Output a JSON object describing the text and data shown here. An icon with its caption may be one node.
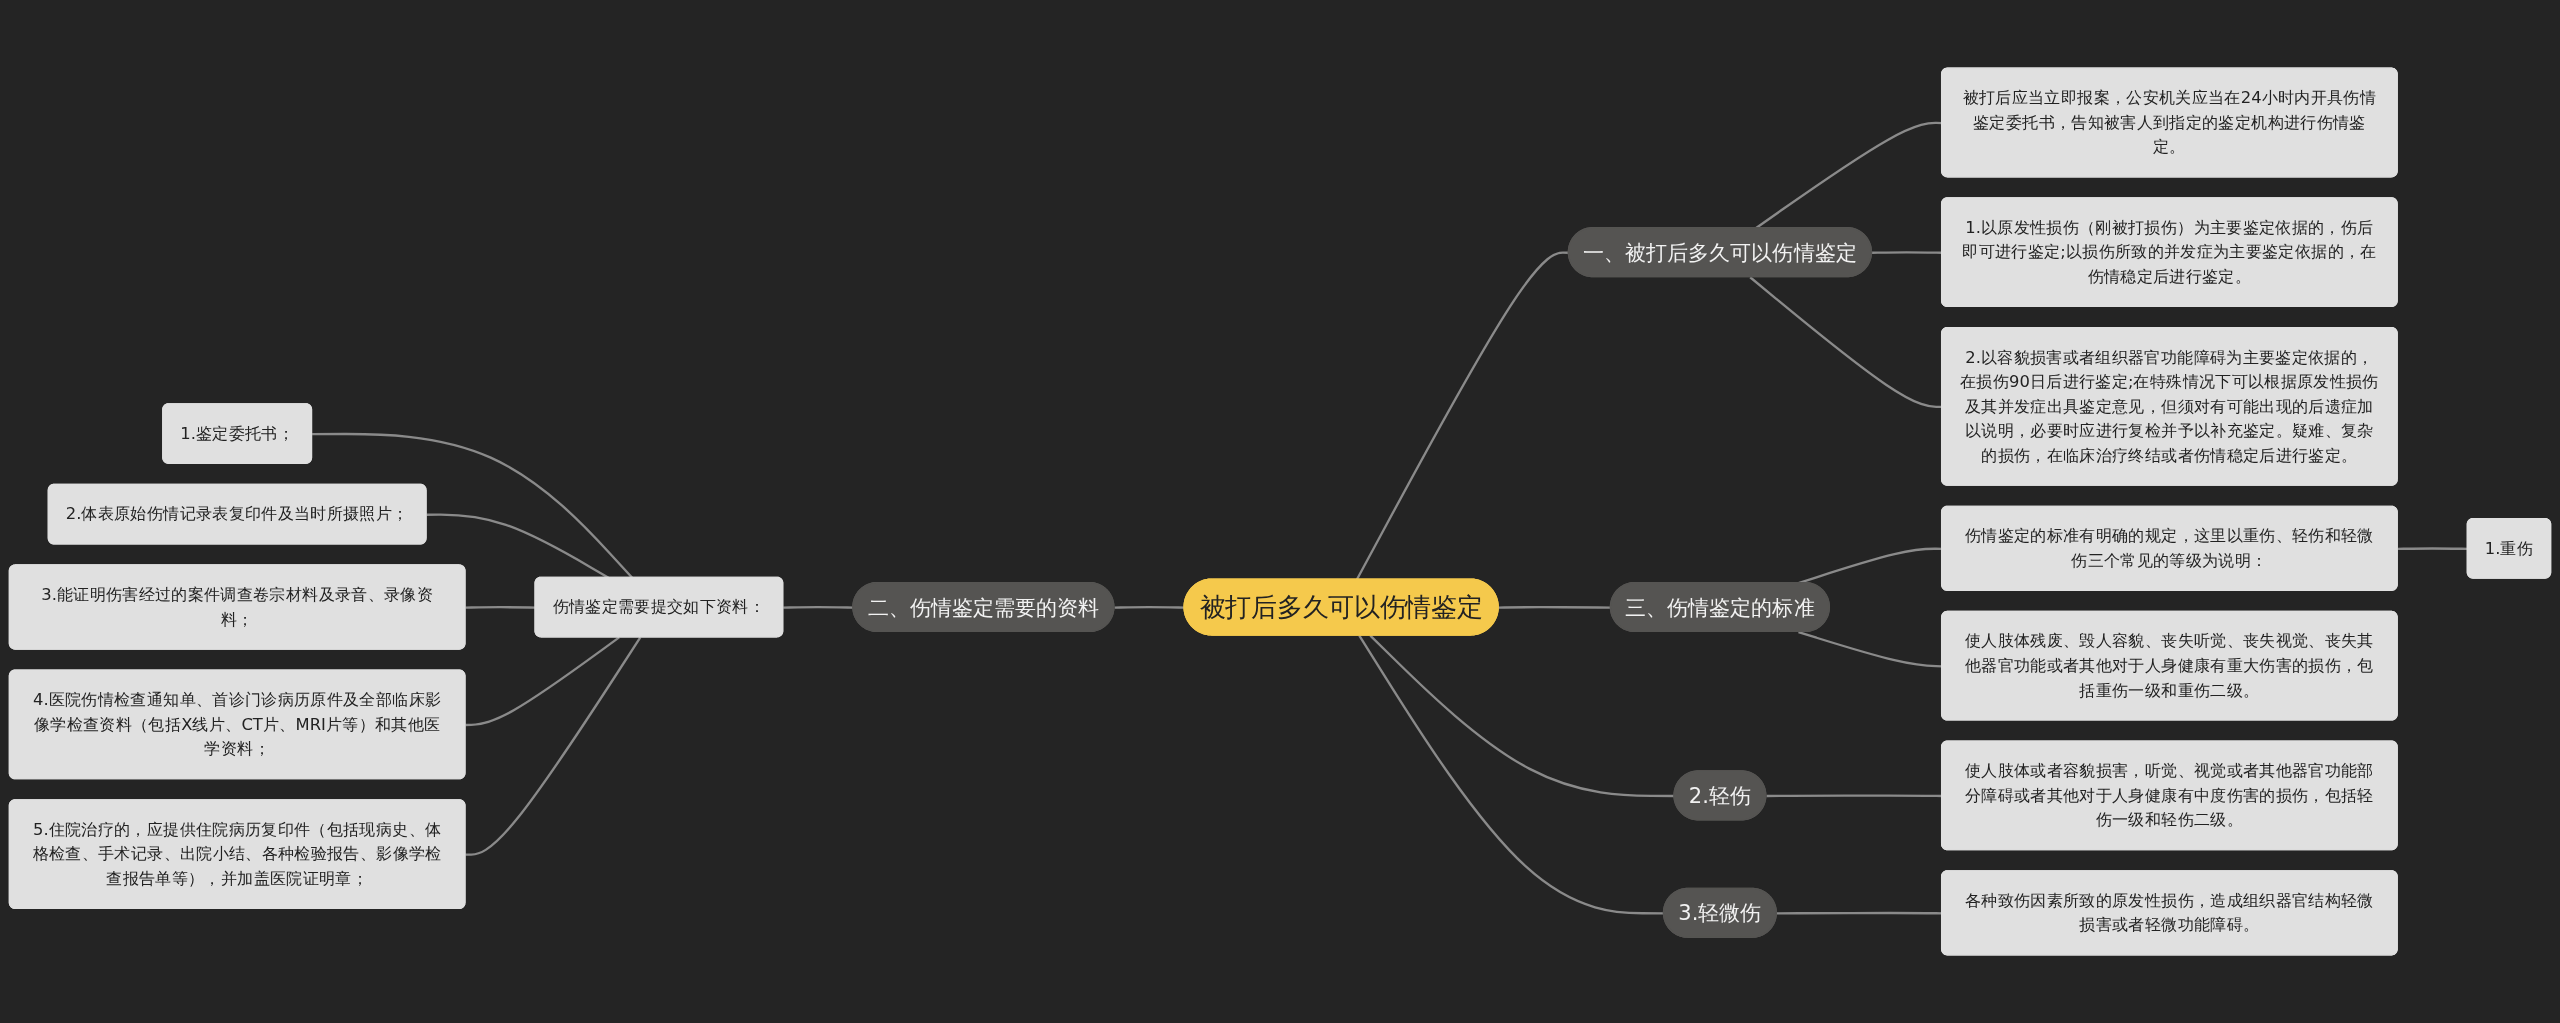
{
  "diagram": {
    "nodes": [
      {
        "text": [
          "被打后多久可以伤情鉴定"
        ]
      },
      {
        "text": [
          "一、被打后多久可以伤情鉴定"
        ]
      },
      {
        "text": [
          "被打后应当立即报案，公安机关应当在24小时内开具伤情鉴定委托书，告知被害人到指定的鉴定机构进行伤情鉴定。"
        ]
      },
      {
        "text": [
          "1.以原发性损伤（刚被打损伤）为主要鉴定依据的，伤后即可进行鉴定;以损伤所致的并发症为主要鉴定依据的，在伤情稳定后进行鉴定。"
        ]
      },
      {
        "text": [
          "2.以容貌损害或者组织器官功能障碍为主要鉴定依据的，在损伤90日后进行鉴定;在特殊情况下可以根据原发性损伤及其并发症出具鉴定意见，但须对有可能出现的后遗症加以说明，必要时应进行复检并予以补充鉴定。疑难、复杂的损伤，在临床治疗终结或者伤情稳定后进行鉴定。"
        ]
      },
      {
        "text": [
          "二、伤情鉴定需要的资料"
        ]
      },
      {
        "text": [
          "伤情鉴定需要提交如下资料："
        ]
      },
      {
        "text": [
          "1.鉴定委托书；"
        ]
      },
      {
        "text": [
          "2.体表原始伤情记录表复印件及当时所摄照片；"
        ]
      },
      {
        "text": [
          "3.能证明伤害经过的案件调查卷宗材料及录音、录像资料；"
        ]
      },
      {
        "text": [
          "4.医院伤情检查通知单、首诊门诊病历原件及全部临床影像学检查资料（包括X线片、CT片、MRI片等）和其他医学资料；"
        ]
      },
      {
        "text": [
          "5.住院治疗的，应提供住院病历复印件（包括现病史、体格检查、手术记录、出院小结、各种检验报告、影像学检查报告单等），并加盖医院证明章；"
        ]
      },
      {
        "text": [
          "三、伤情鉴定的标准"
        ]
      },
      {
        "text": [
          "伤情鉴定的标准有明确的规定，这里以重伤、轻伤和轻微伤三个常见的等级为说明："
        ]
      },
      {
        "text": [
          "1.重伤"
        ]
      },
      {
        "text": [
          "使人肢体残废、毁人容貌、丧失听觉、丧失视觉、丧失其他器官功能或者其他对于人身健康有重大伤害的损伤，包括重伤一级和重伤二级。"
        ]
      },
      {
        "text": [
          "2.轻伤"
        ]
      },
      {
        "text": [
          "使人肢体或者容貌损害，听觉、视觉或者其他器官功能部分障碍或者其他对于人身健康有中度伤害的损伤，包括轻伤一级和轻伤二级。"
        ]
      },
      {
        "text": [
          "3.轻微伤"
        ]
      },
      {
        "text": [
          "各种致伤因素所致的原发性损伤，造成组织器官结构轻微损害或者轻微功能障碍。"
        ]
      }
    ],
    "edges": [
      {
        "from": 0,
        "to": 1,
        "arrow": "none"
      },
      {
        "from": 1,
        "to": 2,
        "arrow": "none"
      },
      {
        "from": 1,
        "to": 3,
        "arrow": "none"
      },
      {
        "from": 1,
        "to": 4,
        "arrow": "none"
      },
      {
        "from": 0,
        "to": 5,
        "arrow": "none"
      },
      {
        "from": 5,
        "to": 6,
        "arrow": "none"
      },
      {
        "from": 6,
        "to": 7,
        "arrow": "none"
      },
      {
        "from": 6,
        "to": 8,
        "arrow": "none"
      },
      {
        "from": 6,
        "to": 9,
        "arrow": "none"
      },
      {
        "from": 6,
        "to": 10,
        "arrow": "none"
      },
      {
        "from": 6,
        "to": 11,
        "arrow": "none"
      },
      {
        "from": 0,
        "to": 12,
        "arrow": "none"
      },
      {
        "from": 12,
        "to": 13,
        "arrow": "none"
      },
      {
        "from": 13,
        "to": 14,
        "arrow": "none"
      },
      {
        "from": 12,
        "to": 15,
        "arrow": "none"
      },
      {
        "from": 0,
        "to": 16,
        "arrow": "none"
      },
      {
        "from": 16,
        "to": 17,
        "arrow": "none"
      },
      {
        "from": 0,
        "to": 18,
        "arrow": "none"
      },
      {
        "from": 18,
        "to": 19,
        "arrow": "none"
      }
    ]
  }
}
